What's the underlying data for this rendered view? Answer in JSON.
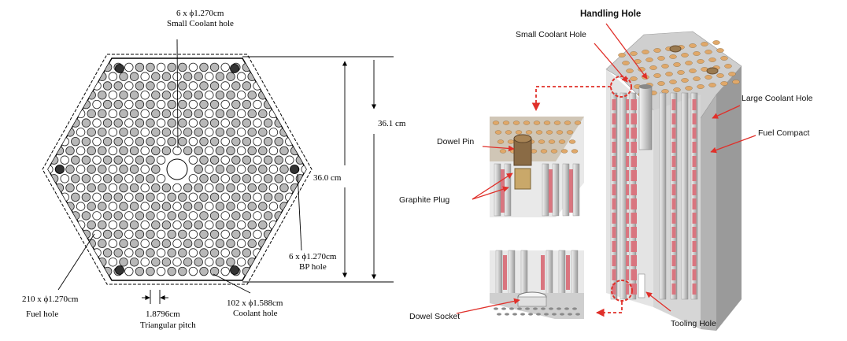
{
  "left_panel": {
    "small_coolant_count": "6 x ϕ1.270cm",
    "small_coolant_label": "Small Coolant hole",
    "dim_outer": "36.1 cm",
    "dim_inner": "36.0 cm",
    "bp_count": "6 x ϕ1.270cm",
    "bp_label": "BP hole",
    "fuel_count": "210 x ϕ1.270cm",
    "fuel_label": "Fuel hole",
    "pitch_value": "1.8796cm",
    "pitch_label": "Triangular pitch",
    "coolant_count": "102 x ϕ1.588cm",
    "coolant_label": "Coolant hole"
  },
  "right_panel": {
    "handling_hole": "Handling Hole",
    "small_coolant_hole": "Small Coolant Hole",
    "large_coolant_hole": "Large Coolant Hole",
    "fuel_compact": "Fuel Compact",
    "dowel_pin": "Dowel Pin",
    "graphite_plug": "Graphite Plug",
    "dowel_socket": "Dowel Socket",
    "tooling_hole": "Tooling Hole"
  },
  "colors": {
    "fuel": "#b8b8b8",
    "bp": "#333333",
    "red_stripe": "#d9757f",
    "arrow_red": "#e0302a",
    "orange_hole": "#e0a86a"
  }
}
